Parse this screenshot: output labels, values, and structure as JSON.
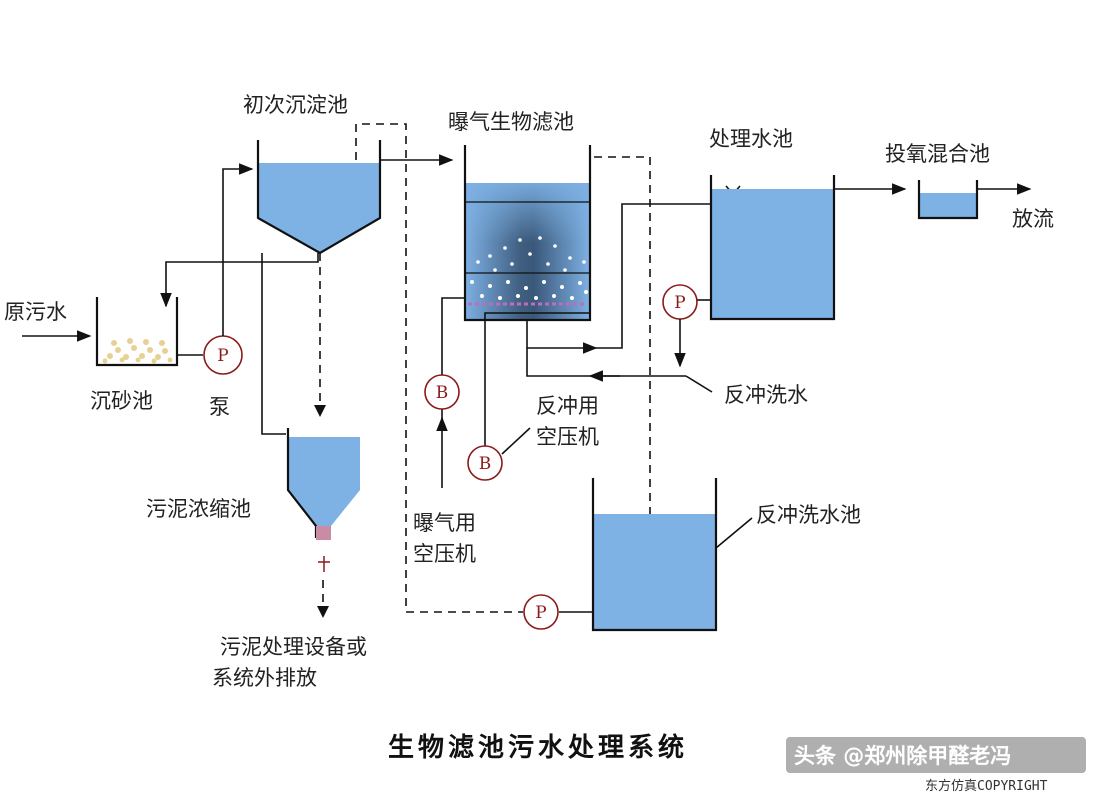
{
  "title": "生物滤池污水处理系统",
  "labels": {
    "raw_sewage": "原污水",
    "grit_chamber": "沉砂池",
    "pump": "泵",
    "primary_clarifier": "初次沉淀池",
    "sludge_thickener": "污泥浓缩池",
    "sludge_disposal_line1": "污泥处理设备或",
    "sludge_disposal_line2": "系统外排放",
    "aerated_biofilter": "曝气生物滤池",
    "backwash_blower_line1": "反冲用",
    "backwash_blower_line2": "空压机",
    "aeration_blower_line1": "曝气用",
    "aeration_blower_line2": "空压机",
    "treated_water_tank": "处理水池",
    "oxygenation_tank": "投氧混合池",
    "discharge": "放流",
    "backwash_water": "反冲洗水",
    "backwash_water_tank": "反冲洗水池"
  },
  "symbols": {
    "pump": "P",
    "blower": "B"
  },
  "watermark": {
    "text": "头条 @郑州除甲醛老冯",
    "copyright": "东方仿真COPYRIGHT"
  },
  "colors": {
    "water": "#7eb1e4",
    "pump_ring": "#8b1a1a",
    "line": "#111111",
    "sand": "#e8cf94"
  }
}
